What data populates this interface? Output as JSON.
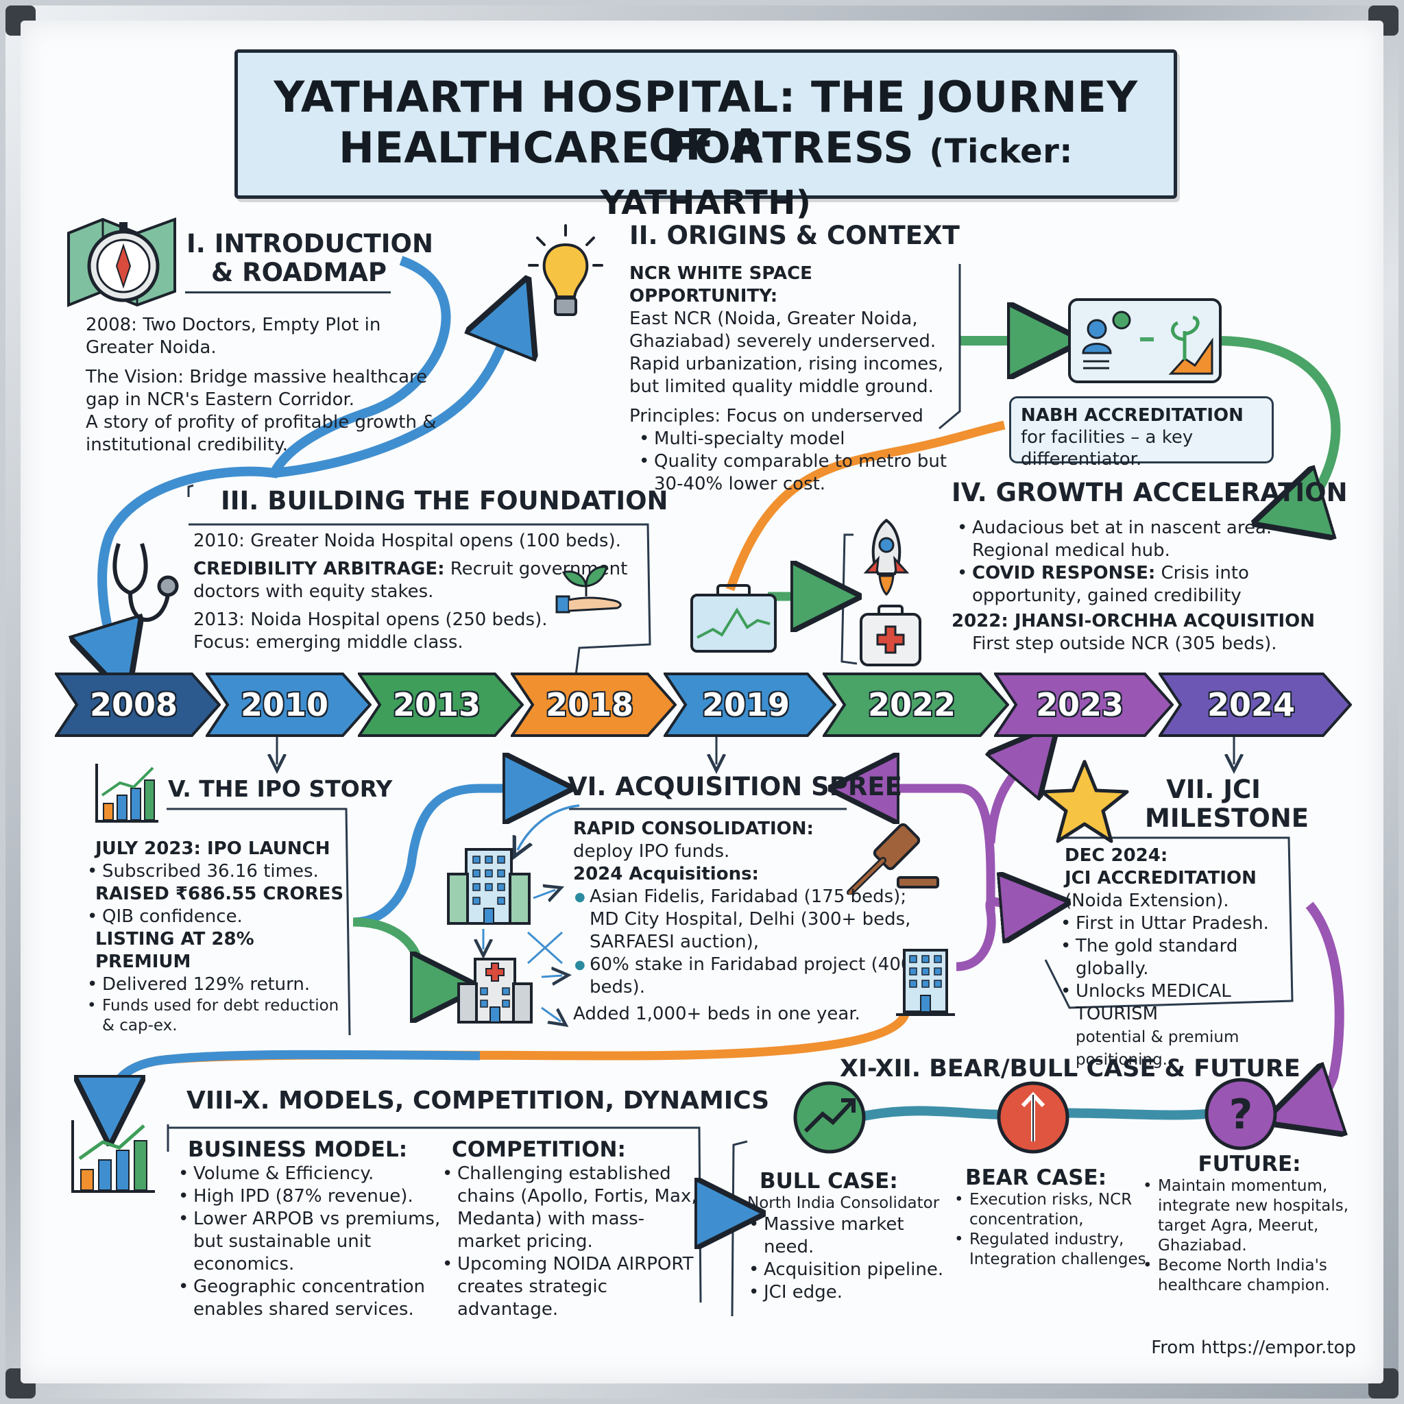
{
  "title": {
    "line1": "YATHARTH HOSPITAL: THE JOURNEY OF A",
    "line2": "HEALTHCARE FORTRESS",
    "ticker": "(Ticker: YATHARTH)"
  },
  "timeline": [
    {
      "year": "2008",
      "color": "#2c5a8f"
    },
    {
      "year": "2010",
      "color": "#3f8fd0"
    },
    {
      "year": "2013",
      "color": "#3e9e5a"
    },
    {
      "year": "2018",
      "color": "#f0902f"
    },
    {
      "year": "2019",
      "color": "#3d8fcf"
    },
    {
      "year": "2022",
      "color": "#4aa467"
    },
    {
      "year": "2023",
      "color": "#9a56b3"
    },
    {
      "year": "2024",
      "color": "#6c58b4"
    }
  ],
  "sec1": {
    "heading_l1": "I. INTRODUCTION",
    "heading_l2": "& ROADMAP",
    "p1": "2008: Two Doctors, Empty Plot in Greater Noida.",
    "p2": "The Vision: Bridge massive healthcare gap in NCR's Eastern Corridor.",
    "p3": "A story of profity of profitable growth & institutional credibility."
  },
  "sec2": {
    "heading": "II. ORIGINS & CONTEXT",
    "lead": "NCR WHITE SPACE OPPORTUNITY:",
    "p1": "East NCR (Noida, Greater Noida, Ghaziabad) severely underserved. Rapid urbanization, rising incomes, but limited quality middle ground.",
    "principles": "Principles: Focus on underserved",
    "bullets": [
      "Multi-specialty model",
      "Quality comparable to metro but 30-40% lower cost."
    ]
  },
  "nabh": {
    "bold": "NABH ACCREDITATION",
    "rest": " for facilities – a key differentiator."
  },
  "sec3": {
    "heading": "III. BUILDING THE FOUNDATION",
    "p1": "2010: Greater Noida Hospital opens (100 beds).",
    "p2_bold": "CREDIBILITY ARBITRAGE:",
    "p2_rest": " Recruit government doctors with equity stakes.",
    "p3": "2013: Noida Hospital opens (250 beds). Focus: emerging middle class."
  },
  "sec4": {
    "heading": "IV. GROWTH ACCELERATION",
    "b1": "Audacious bet at in nascent area. Regional medical hub.",
    "b2_bold": "COVID RESPONSE:",
    "b2_rest": " Crisis into opportunity, gained credibility",
    "p_bold": "2022: JHANSI-ORCHHA ACQUISITION",
    "p_rest": "First step outside NCR (305 beds)."
  },
  "sec5": {
    "heading": "V. THE IPO STORY",
    "l1": "JULY 2023: IPO LAUNCH",
    "b1": "Subscribed 36.16 times.",
    "l2": "RAISED ₹686.55 CRORES",
    "b2": "QIB confidence.",
    "l3": "LISTING AT 28% PREMIUM",
    "b3": "Delivered 129% return.",
    "b4": "Funds used for debt reduction & cap-ex."
  },
  "sec6": {
    "heading": "VI. ACQUISITION SPREE",
    "lead": "RAPID CONSOLIDATION:",
    "lead2": "deploy IPO funds.",
    "acq": "2024 Acquisitions:",
    "bullets": [
      "Asian Fidelis, Faridabad (175 beds); MD City Hospital, Delhi (300+ beds, SARFAESI auction),",
      "60% stake in Faridabad project (400 beds)."
    ],
    "tail": "Added 1,000+ beds in one year."
  },
  "sec7": {
    "heading_l1": "VII. JCI",
    "heading_l2": "MILESTONE",
    "l1": "DEC 2024:",
    "l2": "JCI ACCREDITATION",
    "l3": "(Noida Extension).",
    "b1": "First in Uttar Pradesh.",
    "b2": "The gold standard globally.",
    "b3": "Unlocks MEDICAL TOURISM",
    "b3b": "potential & premium positioning."
  },
  "sec8": {
    "heading": "VIII-X. MODELS, COMPETITION, DYNAMICS",
    "bm_head": "BUSINESS MODEL:",
    "bm": [
      "Volume & Efficiency.",
      "High IPD (87% revenue).",
      "Lower ARPOB vs premiums, but sustainable unit economics.",
      "Geographic concentration enables shared services."
    ],
    "comp_head": "COMPETITION:",
    "comp": [
      "Challenging established chains (Apollo, Fortis, Max, Medanta) with mass-market pricing.",
      "Upcoming NOIDA AIRPORT creates strategic advantage."
    ]
  },
  "sec9": {
    "heading": "XI-XII. BEAR/BULL CASE & FUTURE",
    "bull_head": "BULL CASE:",
    "bull_sub": "North India Consolidator",
    "bull": [
      "Massive market need.",
      "Acquisition pipeline.",
      "JCI edge."
    ],
    "bear_head": "BEAR CASE:",
    "bear": [
      "Execution risks, NCR concentration,",
      "Regulated industry, Integration challenges."
    ],
    "fut_head": "FUTURE:",
    "fut": [
      "Maintain momentum, integrate new hospitals, target Agra, Meerut, Ghaziabad.",
      "Become North India's healthcare champion."
    ]
  },
  "footer": "From https://empor.top",
  "colors": {
    "blue": "#3f8fd0",
    "green": "#3e9e5a",
    "orange": "#f0902f",
    "purple": "#9a56b3",
    "ink": "#1c232c"
  }
}
